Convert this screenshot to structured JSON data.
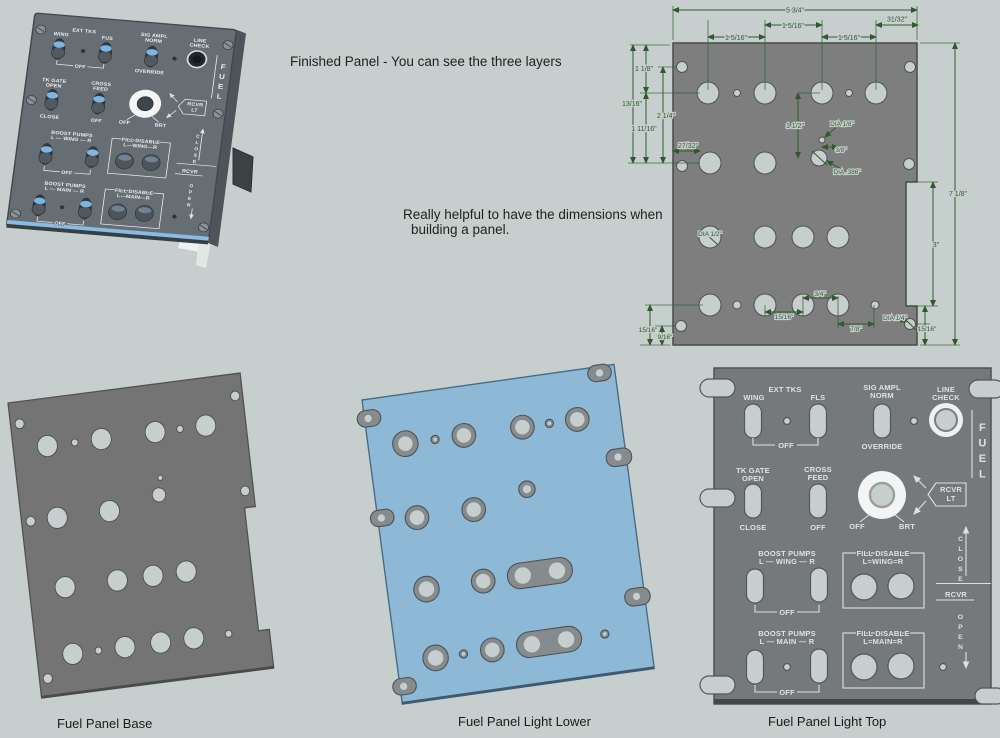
{
  "colors": {
    "background": "#c6cfcd",
    "finished_panel_body": "#676e73",
    "light_top_panel_body": "#75797b",
    "base_panel_body": "#747474",
    "light_lower_panel_blue": "#8db8d6",
    "drawing_plate": "#7e7e7e",
    "dimension_green": "#2e5a2e",
    "engraving_white": "#e9edef",
    "knob_ring_white": "#f3f5f4",
    "light_layer_edge_blue": "#88bbe6"
  },
  "notes": {
    "finished": "Finished Panel - You can see the three layers",
    "dimensions_1": "Really helpful to have the dimensions when",
    "dimensions_2": "building a panel."
  },
  "captions": {
    "base": "Fuel Panel Base",
    "light_lower": "Fuel Panel Light Lower",
    "light_top": "Fuel Panel Light Top"
  },
  "finished_panel": {
    "ext_tks": "EXT TKS",
    "wing": "WING",
    "fus": "FUS",
    "off": "OFF",
    "sig_ampl": "SIG AMPL",
    "norm": "NORM",
    "override": "OVERRIDE",
    "line": "LINE",
    "check": "CHECK",
    "fuel": "FUEL",
    "tk_gate": "TK GATE",
    "open": "OPEN",
    "close": "CLOSE",
    "cross": "CROSS",
    "feed": "FEED",
    "brt": "BRT",
    "rcvr": "RCVR",
    "lt": "LT",
    "boost_pumps": "BOOST PUMPS",
    "l_wing_r": "L — WING — R",
    "fill_disable": "FILL DISABLE",
    "l_wing_r_eq": "L—WING—R",
    "l_main_r": "L — MAIN — R",
    "l_main_r_eq": "L—MAIN—R"
  },
  "light_top_panel": {
    "ext_tks": "EXT TKS",
    "wing": "WING",
    "fus": "FLS",
    "off": "OFF",
    "sig_ampl": "SIG AMPL",
    "norm": "NORM",
    "override": "OVERRIDE",
    "line": "LINE",
    "check": "CHECK",
    "fuel": "FUEL",
    "tk_gate": "TK GATE",
    "open": "OPEN",
    "close": "CLOSE",
    "cross": "CROSS",
    "feed": "FEED",
    "brt": "BRT",
    "rcvr": "RCVR",
    "lt": "LT",
    "boost_pumps": "BOOST PUMPS",
    "l_wing_r": "L — WING — R",
    "fill_disable": "FILL DISABLE",
    "l_wing_r_eq": "L=WING=R",
    "l_main_r": "L — MAIN — R",
    "l_main_r_eq": "L=MAIN=R"
  },
  "drawing": {
    "dims": {
      "total_width": "5 3/4\"",
      "sp_a": "1 5/16\"",
      "sp_b": "1 5/16\"",
      "sp_c": "1 5/16\"",
      "edge_right_top": "31/32\"",
      "v1": "1 1/8\"",
      "v2": "13/16\"",
      "v3": "2 1/4\"",
      "v4": "1 11/16\"",
      "h_edge": "27/32\"",
      "v_light": "1 1/2\"",
      "dia_18": "DIA 1/8\"",
      "off_38": "3/8\"",
      "dia_386": "DIA .386\"",
      "dia_12": "DIA 1/2\"",
      "total_height": "7 1/8\"",
      "notch": "3\"",
      "bl_a": "15/16\"",
      "bl_b": "9/16\"",
      "bm_a": "15/16\"",
      "bm_b": "3/4\"",
      "bm_c": "7/8\"",
      "dia_14": "DIA 1/4\"",
      "br_a": "15/16\""
    }
  }
}
